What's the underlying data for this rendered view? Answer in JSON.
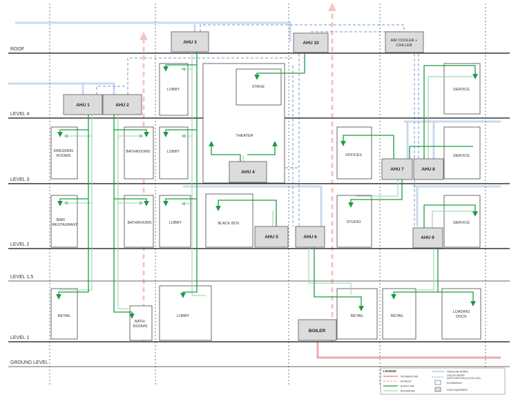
{
  "levels": {
    "roof": "ROOF",
    "level4": "LEVEL 4",
    "level3": "LEVEL 3",
    "level2": "LEVEL 2",
    "level15": "LEVEL 1.5",
    "level1": "LEVEL 1",
    "ground": "GROUND LEVEL"
  },
  "rooms": {
    "lobby4": "LOBBY",
    "stage": "STAGE",
    "service4": "SERVICE",
    "dressing1": "DRESSING",
    "dressing2": "ROOMS",
    "bath3": "BATHROOMS",
    "lobby3": "LOBBY",
    "theater": "THEATER",
    "offices": "OFFICES",
    "service3": "SERVICE",
    "bar1": "BAR/",
    "bar2": "RESTAURANT",
    "bath2": "BATHROOMS",
    "lobby2": "LOBBY",
    "blackbox": "BLACK BOX",
    "studio": "STUDIO",
    "service2": "SERVICE",
    "retail1": "RETAIL",
    "bath1a": "BATH-",
    "bath1b": "ROOMS",
    "lobby1": "LOBBY",
    "retail2": "RETAIL",
    "retail3": "RETAIL",
    "loading1": "LOADING",
    "loading2": "DOCK"
  },
  "equipment": {
    "ahu1": "AHU 1",
    "ahu2": "AHU 2",
    "ahu3": "AHU 3",
    "ahu4": "AHU 4",
    "ahu5": "AHU 5",
    "ahu6": "AHU 6",
    "ahu7": "AHU 7",
    "ahu8": "AHU 8",
    "ahu9": "AHU 9",
    "ahu10": "AHU 10",
    "boiler": "BOILER",
    "chiller1": "AIR COOLER +",
    "chiller2": "CHILLER"
  },
  "legend": {
    "title": "LEGEND",
    "items": {
      "incoming_gas": "INCOMING GAS",
      "exhaust": "EXHAUST",
      "supply_air": "SUPPLY AIR",
      "return_air": "RETURN AIR",
      "fresh_air": "FRESH AIR INTAKE",
      "chilled_water_1": "CHILLED WATER",
      "chilled_water_2": "SUPPLY/RETURN (GLYCOL MIX)",
      "roomspace": "ROOMSPACE",
      "hvac": "HVAC EQUIPMENT"
    }
  },
  "colors": {
    "supply": "#1a9a45",
    "return": "#8fd0a6",
    "fresh": "#c9daf0",
    "chilled": "#6f95cc",
    "exhaust": "#f6c4c4",
    "gas": "#efa8a8",
    "floor": "#333333",
    "equipment_fill": "#dcdcdc"
  }
}
